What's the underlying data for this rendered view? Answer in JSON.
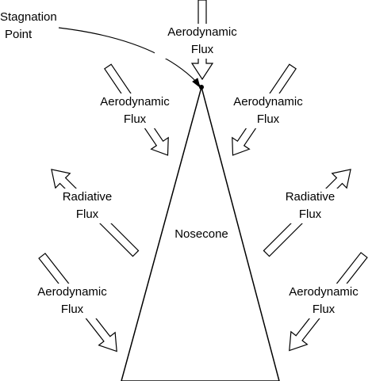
{
  "diagram": {
    "stagnation_label": {
      "line1": "Stagnation",
      "line2": "Point"
    },
    "nosecone_label": "Nosecone",
    "arrows": [
      {
        "line1": "Aerodynamic",
        "line2": "Flux"
      },
      {
        "line1": "Aerodynamic",
        "line2": "Flux"
      },
      {
        "line1": "Aerodynamic",
        "line2": "Flux"
      },
      {
        "line1": "Radiative",
        "line2": "Flux"
      },
      {
        "line1": "Radiative",
        "line2": "Flux"
      },
      {
        "line1": "Aerodynamic",
        "line2": "Flux"
      },
      {
        "line1": "Aerodynamic",
        "line2": "Flux"
      }
    ]
  }
}
